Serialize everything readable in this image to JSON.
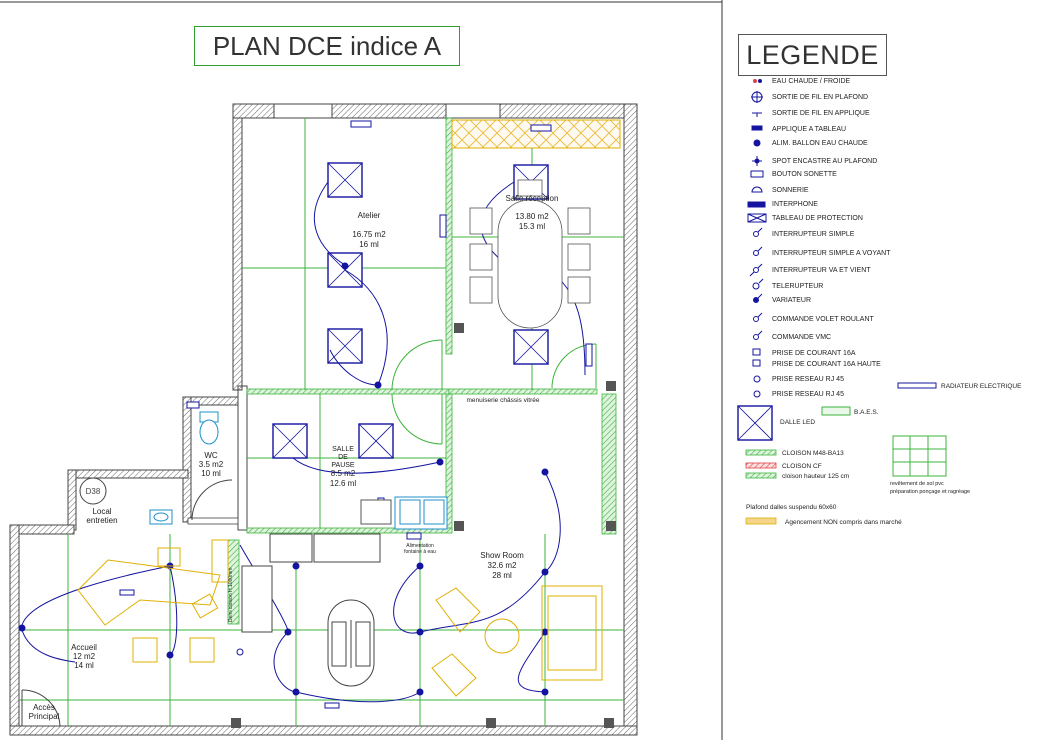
{
  "title": "PLAN DCE indice A",
  "rooms": {
    "atelier": {
      "name": "Atelier",
      "area": "16.75 m2",
      "perimeter": "16 ml"
    },
    "reception": {
      "name": "Salle réception",
      "area": "13.80 m2",
      "perimeter": "15.3 ml"
    },
    "salle_pause": {
      "name_l1": "SALLE",
      "name_l2": "DE",
      "name_l3": "PAUSE",
      "area": "8.5 m2",
      "perimeter": "12.6 ml"
    },
    "wc": {
      "name": "WC",
      "area": "3.5 m2",
      "perimeter": "10 ml"
    },
    "local": {
      "name_l1": "Local",
      "name_l2": "entretien"
    },
    "showroom": {
      "name": "Show Room",
      "area": "32.6 m2",
      "perimeter": "28 ml"
    },
    "accueil": {
      "name": "Accueil",
      "area": "12 m2",
      "perimeter": "14 ml"
    },
    "acces": {
      "name_l1": "Accès",
      "name_l2": "Principal"
    }
  },
  "plan_notes": {
    "menuiserie": "menuiserie châssis vitrée",
    "alimentation_l1": "Alimentation",
    "alimentation_l2": "fontaine à eau",
    "demi_cloison": "Demi cloison H.1000mm"
  },
  "legend": {
    "title": "LEGENDE",
    "items": [
      {
        "icon": "water-hot-cold-icon",
        "label": "EAU CHAUDE / FROIDE"
      },
      {
        "icon": "ceiling-wire-outlet-icon",
        "label": "SORTIE DE FIL EN PLAFOND"
      },
      {
        "icon": "wall-wire-outlet-icon",
        "label": "SORTIE DE FIL EN APPLIQUE"
      },
      {
        "icon": "board-wall-light-icon",
        "label": "APPLIQUE A TABLEAU"
      },
      {
        "icon": "water-heater-supply-icon",
        "label": "ALIM. BALLON EAU CHAUDE"
      },
      {
        "icon": "recessed-spot-icon",
        "label": "SPOT ENCASTRE AU PLAFOND"
      },
      {
        "icon": "doorbell-button-icon",
        "label": "BOUTON SONETTE"
      },
      {
        "icon": "bell-icon",
        "label": "SONNERIE"
      },
      {
        "icon": "intercom-icon",
        "label": "INTERPHONE"
      },
      {
        "icon": "protection-panel-icon",
        "label": "TABLEAU DE PROTECTION"
      },
      {
        "icon": "simple-switch-icon",
        "label": "INTERRUPTEUR SIMPLE"
      },
      {
        "icon": "indicator-switch-icon",
        "label": "INTERRUPTEUR SIMPLE A VOYANT"
      },
      {
        "icon": "two-way-switch-icon",
        "label": "INTERRUPTEUR VA ET VIENT"
      },
      {
        "icon": "remote-switch-icon",
        "label": "TELERUPTEUR"
      },
      {
        "icon": "dimmer-icon",
        "label": "VARIATEUR"
      },
      {
        "icon": "shutter-control-icon",
        "label": "COMMANDE VOLET ROULANT"
      },
      {
        "icon": "vmc-control-icon",
        "label": "COMMANDE VMC"
      },
      {
        "icon": "socket-16a-icon",
        "label": "PRISE DE COURANT 16A"
      },
      {
        "icon": "socket-16a-high-icon",
        "label": "PRISE DE COURANT 16A HAUTE"
      },
      {
        "icon": "rj45-socket-icon",
        "label": "PRISE RESEAU RJ 45"
      },
      {
        "icon": "rj45-socket-alt-icon",
        "label": "PRISE RESEAU RJ 45"
      }
    ],
    "radiator": "RADIATEUR ELECTRIQUE",
    "led_panel": "DALLE LED",
    "baes": "B.A.E.S.",
    "cloison_m48": "CLOISON M48-BA13",
    "cloison_cf": "CLOISON CF",
    "cloison_125": "cloison hauteur 125 cm",
    "floor_l1": "revêtement de sol pvc",
    "floor_l2": "préparation ponçage et ragréage",
    "ceiling": "Plafond dalles suspendu 60x60",
    "agencement": "Agencement NON compris dans marché"
  },
  "colors": {
    "wall": "#444444",
    "green_partition": "#3cb43c",
    "electric_blue": "#1414a0",
    "furniture_orange": "#e0b000",
    "fire_partition": "#e04040",
    "cyan_fixture": "#1e90c8"
  }
}
